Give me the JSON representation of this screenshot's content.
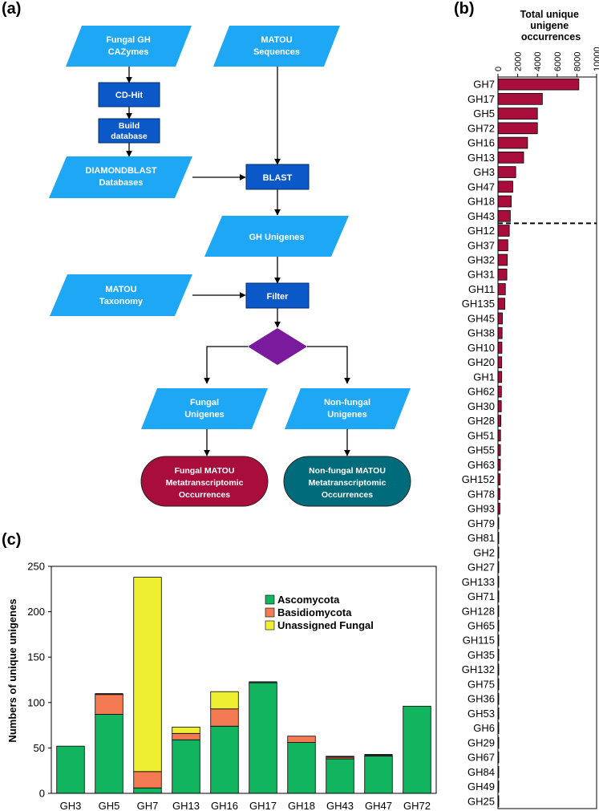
{
  "panels": {
    "a": "(a)",
    "b": "(b)",
    "c": "(c)"
  },
  "flowchart": {
    "fungal_gh": [
      "Fungal GH",
      "CAZymes"
    ],
    "matou_seq": [
      "MATOU",
      "Sequences"
    ],
    "cdhit": [
      "CD-Hit"
    ],
    "build_db": [
      "Build",
      "database"
    ],
    "diamond": [
      "DIAMONDBLAST",
      "Databases"
    ],
    "blast": [
      "BLAST"
    ],
    "gh_unigenes": [
      "GH Unigenes"
    ],
    "matou_tax": [
      "MATOU",
      "Taxonomy"
    ],
    "filter": [
      "Filter"
    ],
    "fungal_unigenes": [
      "Fungal",
      "Unigenes"
    ],
    "nonfungal_unigenes": [
      "Non-fungal",
      "Unigenes"
    ],
    "fungal_occ": [
      "Fungal MATOU",
      "Metatranscriptomic",
      "Occurrences"
    ],
    "nonfungal_occ": [
      "Non-fungal MATOU",
      "Metatranscriptomic",
      "Occurrences"
    ],
    "colors": {
      "parallelogram": "#1ea7f5",
      "process": "#0b58c8",
      "decision": "#7a1a9c",
      "fungal_terminal": "#a80d3c",
      "nonfungal_terminal": "#006b7a"
    }
  },
  "chart_data": [
    {
      "type": "bar",
      "orientation": "horizontal",
      "title": "",
      "xlabel": "Total unique unigene occurrences",
      "xlim": [
        0,
        10000
      ],
      "xticks": [
        "0",
        "2000",
        "4000",
        "6000",
        "8000",
        "10000"
      ],
      "categories": [
        "GH7",
        "GH17",
        "GH5",
        "GH72",
        "GH16",
        "GH13",
        "GH3",
        "GH47",
        "GH18",
        "GH43",
        "GH12",
        "GH37",
        "GH32",
        "GH31",
        "GH11",
        "GH135",
        "GH45",
        "GH38",
        "GH10",
        "GH20",
        "GH1",
        "GH62",
        "GH30",
        "GH28",
        "GH51",
        "GH55",
        "GH63",
        "GH152",
        "GH78",
        "GH93",
        "GH79",
        "GH81",
        "GH2",
        "GH27",
        "GH133",
        "GH71",
        "GH128",
        "GH65",
        "GH115",
        "GH35",
        "GH132",
        "GH75",
        "GH36",
        "GH53",
        "GH6",
        "GH29",
        "GH67",
        "GH84",
        "GH49",
        "GH25"
      ],
      "values": [
        8200,
        4500,
        4000,
        4000,
        3000,
        2600,
        1800,
        1500,
        1350,
        1250,
        1150,
        1000,
        950,
        900,
        750,
        700,
        450,
        420,
        400,
        380,
        380,
        350,
        340,
        300,
        260,
        250,
        240,
        220,
        200,
        200,
        50,
        50,
        40,
        40,
        30,
        30,
        30,
        30,
        20,
        20,
        20,
        20,
        20,
        20,
        20,
        20,
        20,
        20,
        20,
        20
      ],
      "cutoff_after": "GH43",
      "color": "#a80d3c"
    },
    {
      "type": "bar",
      "stacked": true,
      "ylabel": "Numbers of unique unigenes",
      "ylim": [
        0,
        250
      ],
      "yticks": [
        "0",
        "50",
        "100",
        "150",
        "200",
        "250"
      ],
      "categories": [
        "GH3",
        "GH5",
        "GH7",
        "GH13",
        "GH16",
        "GH17",
        "GH18",
        "GH43",
        "GH47",
        "GH72"
      ],
      "series": [
        {
          "name": "Ascomycota",
          "color": "#12b45f",
          "values": [
            52,
            87,
            6,
            59,
            74,
            122,
            56,
            38,
            41,
            96
          ]
        },
        {
          "name": "Basidiomycota",
          "color": "#f47a54",
          "values": [
            0,
            22,
            18,
            7,
            19,
            0,
            7,
            2,
            0,
            0
          ]
        },
        {
          "name": "Unassigned Fungal",
          "color": "#eeee33",
          "values": [
            0,
            0,
            214,
            7,
            19,
            0,
            0,
            0,
            0,
            0
          ]
        }
      ],
      "extra_dark": [
        0,
        1,
        0,
        0,
        0,
        1,
        0,
        1,
        2,
        0
      ]
    }
  ]
}
